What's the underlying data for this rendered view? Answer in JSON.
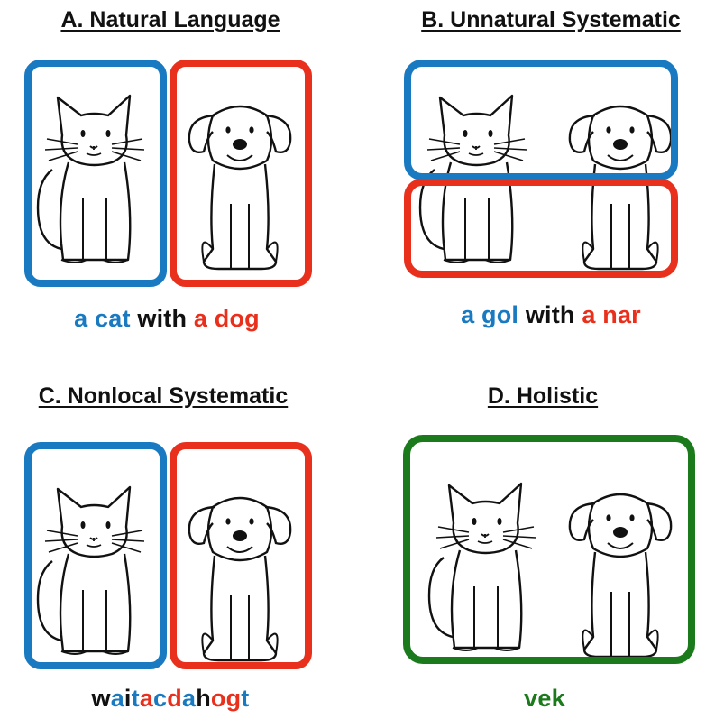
{
  "colors": {
    "blue": "#1a7ac1",
    "red": "#e8301c",
    "green": "#1b7a1b",
    "black": "#111111"
  },
  "panels": {
    "a": {
      "title": "A. Natural Language",
      "caption": [
        {
          "text": "a cat",
          "color": "blue"
        },
        {
          "text": " with ",
          "color": "black"
        },
        {
          "text": "a dog",
          "color": "red"
        }
      ]
    },
    "b": {
      "title": "B. Unnatural Systematic",
      "caption": [
        {
          "text": "a gol",
          "color": "blue"
        },
        {
          "text": " with ",
          "color": "black"
        },
        {
          "text": "a nar",
          "color": "red"
        }
      ]
    },
    "c": {
      "title": "C. Nonlocal Systematic",
      "caption": [
        {
          "text": "w",
          "color": "black"
        },
        {
          "text": "a",
          "color": "blue"
        },
        {
          "text": "i",
          "color": "black"
        },
        {
          "text": "t",
          "color": "blue"
        },
        {
          "text": "a",
          "color": "red"
        },
        {
          "text": "c",
          "color": "blue"
        },
        {
          "text": "d",
          "color": "red"
        },
        {
          "text": "a",
          "color": "blue"
        },
        {
          "text": "h",
          "color": "black"
        },
        {
          "text": "o",
          "color": "red"
        },
        {
          "text": "g",
          "color": "red"
        },
        {
          "text": "t",
          "color": "blue"
        }
      ]
    },
    "d": {
      "title": "D. Holistic",
      "caption": [
        {
          "text": "vek",
          "color": "green"
        }
      ]
    }
  },
  "icons": [
    "cat-icon",
    "dog-icon"
  ]
}
